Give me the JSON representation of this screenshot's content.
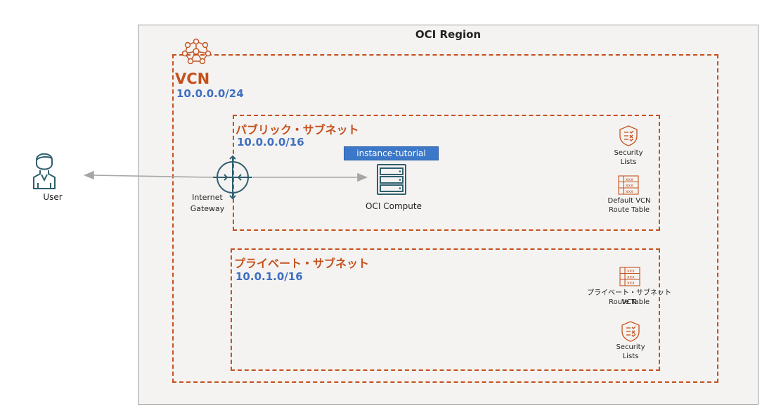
{
  "region": {
    "title": "OCI Region"
  },
  "vcn": {
    "title": "VCN",
    "cidr": "10.0.0.0/24"
  },
  "public_subnet": {
    "title": "パブリック・サブネット",
    "cidr": "10.0.0.0/16"
  },
  "private_subnet": {
    "title": "プライベート・サブネット",
    "cidr": "10.0.1.0/16"
  },
  "user": {
    "label": "User"
  },
  "gateway": {
    "line1": "Internet",
    "line2": "Gateway"
  },
  "instance": {
    "name": "instance-tutorial",
    "label": "OCI Compute"
  },
  "public_security": {
    "line1": "Security",
    "line2": "Lists"
  },
  "public_route": {
    "line1": "Default VCN",
    "line2": "Route Table"
  },
  "private_route": {
    "line1": "プライベート・サブネットVCN",
    "line2": "Route Table"
  },
  "private_security": {
    "line1": "Security",
    "line2": "Lists"
  },
  "colors": {
    "accent_orange": "#c4511e",
    "cidr_blue": "#3f6fc0",
    "icon_teal": "#2f5f6f",
    "arrow_gray": "#a6a6a6"
  }
}
